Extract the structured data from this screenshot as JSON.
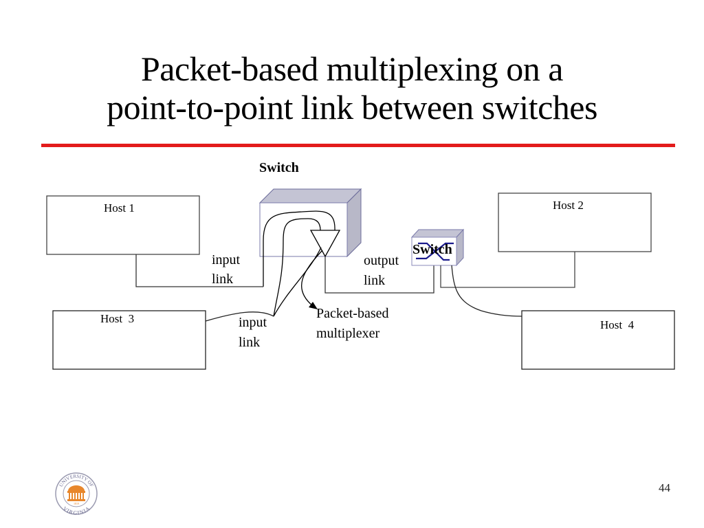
{
  "slide": {
    "title_line1": "Packet-based multiplexing on a",
    "title_line2": "point-to-point link between switches",
    "page_number": "44",
    "accent_color": "#e31b1b"
  },
  "diagram": {
    "switch_main_label": "Switch",
    "switch_small_label": "Switch",
    "hosts": [
      "Host 1",
      "Host 2",
      "Host  3",
      "Host  4"
    ],
    "input_link_1": [
      "input",
      "link"
    ],
    "input_link_2": [
      "input",
      "link"
    ],
    "output_link": [
      "output",
      "link"
    ],
    "multiplexer_label": [
      "Packet-based",
      "multiplexer"
    ]
  },
  "logo": {
    "name": "University of Virginia seal",
    "text_top": "UNIVERSITY OF",
    "text_bottom": "VIRGINIA",
    "year": "1819",
    "color": "#e8872c"
  }
}
